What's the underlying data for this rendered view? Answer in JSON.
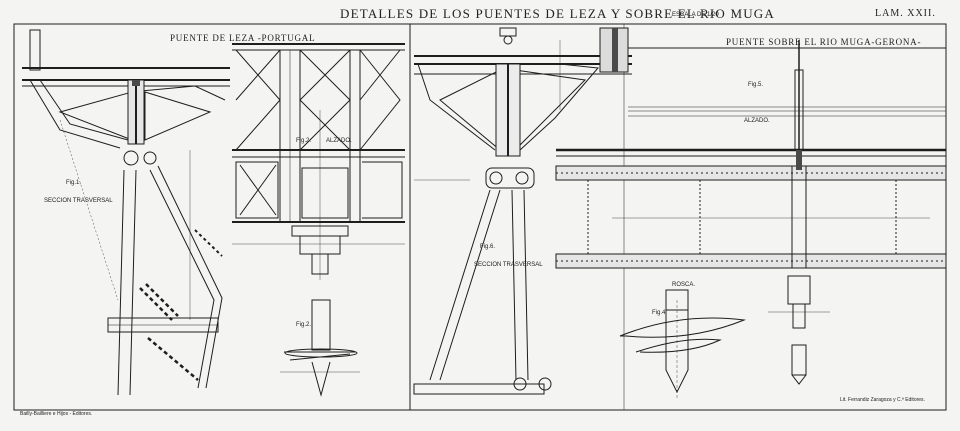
{
  "sheet": {
    "title": "DETALLES DE LOS PUENTES DE LEZA Y SOBRE EL RIO MUGA",
    "scale": "ESCALA DE 1/20",
    "plate": "LAM. XXII."
  },
  "left_drawing": {
    "heading": "PUENTE DE LEZA -PORTUGAL",
    "fig1": "Fig.1.",
    "fig1_caption": "SECCION TRASVERSAL",
    "fig2_top": "Fig.2.",
    "fig2_caption": "ALZADO.",
    "fig2_bottom": "Fig.2."
  },
  "middle_drawing": {
    "fig6": "Fig.6.",
    "fig6_caption": "SECCION TRASVERSAL",
    "rosca": "ROSCA.",
    "fig4": "Fig.4."
  },
  "right_drawing": {
    "heading": "PUENTE SOBRE EL RIO MUGA-GERONA-",
    "fig5": "Fig.5.",
    "fig5_caption": "ALZADO."
  },
  "footer": {
    "left": "Bailly-Bailliere e Hijos - Editores.",
    "right": "Lit. Ferrandiz Zaragoza y C.ª Editores."
  },
  "colors": {
    "paper": "#f4f4f2",
    "ink": "#1e1e1e",
    "fill_dark": "#4a4a4a"
  }
}
